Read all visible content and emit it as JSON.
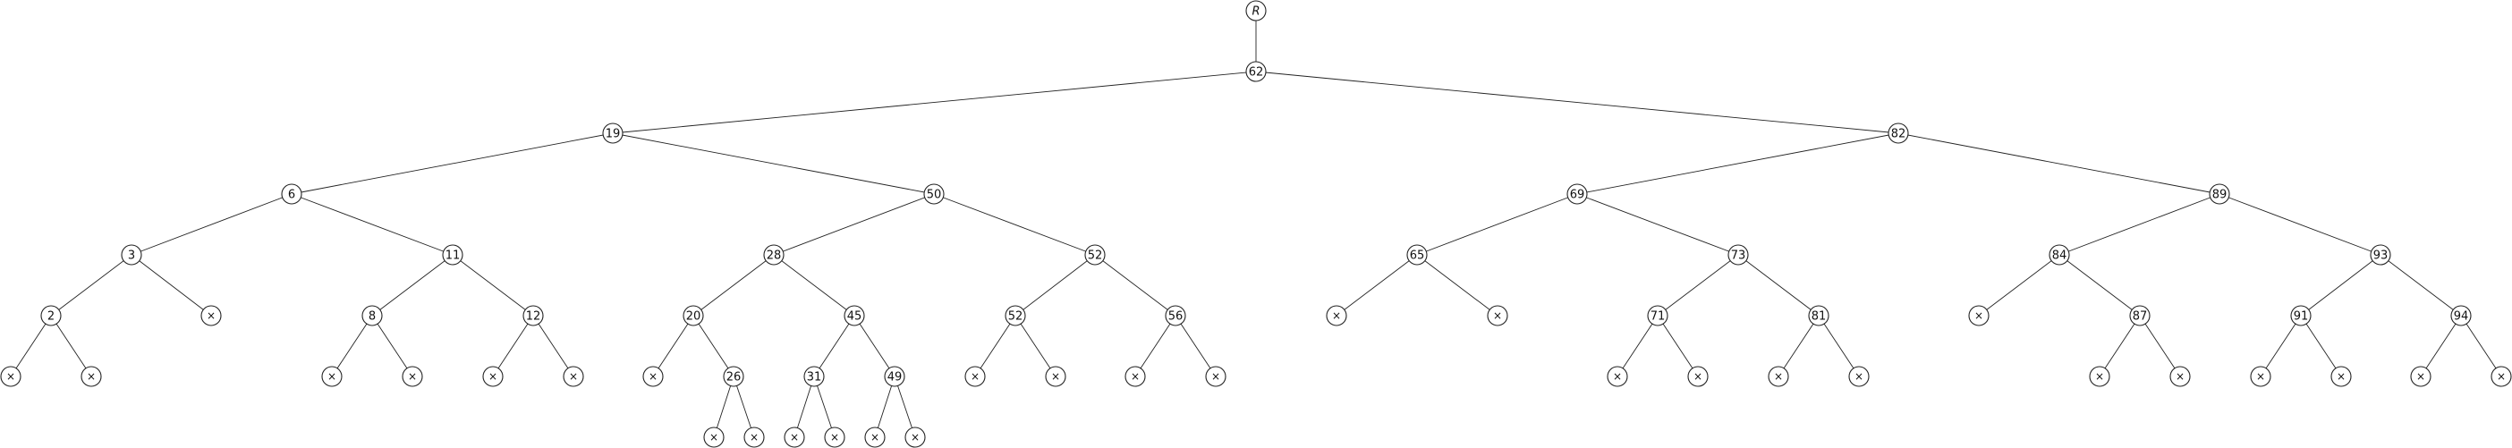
{
  "tree": {
    "root_label": "R",
    "nil_symbol": "×",
    "colors": {
      "stroke": "#222222",
      "node_fill": "#ffffff",
      "text": "#111111"
    },
    "nodes": [
      {
        "id": "R",
        "label": "R",
        "parent": null
      },
      {
        "id": "n62",
        "label": "62",
        "parent": "R"
      },
      {
        "id": "n19",
        "label": "19",
        "parent": "n62"
      },
      {
        "id": "n82",
        "label": "82",
        "parent": "n62"
      },
      {
        "id": "n6",
        "label": "6",
        "parent": "n19"
      },
      {
        "id": "n50",
        "label": "50",
        "parent": "n19"
      },
      {
        "id": "n69",
        "label": "69",
        "parent": "n82"
      },
      {
        "id": "n89",
        "label": "89",
        "parent": "n82"
      },
      {
        "id": "n3",
        "label": "3",
        "parent": "n6"
      },
      {
        "id": "n11",
        "label": "11",
        "parent": "n6"
      },
      {
        "id": "n28",
        "label": "28",
        "parent": "n50"
      },
      {
        "id": "n52",
        "label": "52",
        "parent": "n50"
      },
      {
        "id": "n65",
        "label": "65",
        "parent": "n69"
      },
      {
        "id": "n73",
        "label": "73",
        "parent": "n69"
      },
      {
        "id": "n84",
        "label": "84",
        "parent": "n89"
      },
      {
        "id": "n93",
        "label": "93",
        "parent": "n89"
      },
      {
        "id": "n2",
        "label": "2",
        "parent": "n3"
      },
      {
        "id": "x3r",
        "label": "×",
        "parent": "n3"
      },
      {
        "id": "n8",
        "label": "8",
        "parent": "n11"
      },
      {
        "id": "n12",
        "label": "12",
        "parent": "n11"
      },
      {
        "id": "n20",
        "label": "20",
        "parent": "n28"
      },
      {
        "id": "n45",
        "label": "45",
        "parent": "n28"
      },
      {
        "id": "n52b",
        "label": "52",
        "parent": "n52"
      },
      {
        "id": "n56",
        "label": "56",
        "parent": "n52"
      },
      {
        "id": "x65l",
        "label": "×",
        "parent": "n65"
      },
      {
        "id": "x65r",
        "label": "×",
        "parent": "n65"
      },
      {
        "id": "n71",
        "label": "71",
        "parent": "n73"
      },
      {
        "id": "n81",
        "label": "81",
        "parent": "n73"
      },
      {
        "id": "x84l",
        "label": "×",
        "parent": "n84"
      },
      {
        "id": "n87",
        "label": "87",
        "parent": "n84"
      },
      {
        "id": "n91",
        "label": "91",
        "parent": "n93"
      },
      {
        "id": "n94",
        "label": "94",
        "parent": "n93"
      },
      {
        "id": "x2l",
        "label": "×",
        "parent": "n2"
      },
      {
        "id": "x2r",
        "label": "×",
        "parent": "n2"
      },
      {
        "id": "x8l",
        "label": "×",
        "parent": "n8"
      },
      {
        "id": "x8r",
        "label": "×",
        "parent": "n8"
      },
      {
        "id": "x12l",
        "label": "×",
        "parent": "n12"
      },
      {
        "id": "x12r",
        "label": "×",
        "parent": "n12"
      },
      {
        "id": "x20l",
        "label": "×",
        "parent": "n20"
      },
      {
        "id": "n26",
        "label": "26",
        "parent": "n20"
      },
      {
        "id": "n31",
        "label": "31",
        "parent": "n45"
      },
      {
        "id": "n49",
        "label": "49",
        "parent": "n45"
      },
      {
        "id": "x52bl",
        "label": "×",
        "parent": "n52b"
      },
      {
        "id": "x52br",
        "label": "×",
        "parent": "n52b"
      },
      {
        "id": "x56l",
        "label": "×",
        "parent": "n56"
      },
      {
        "id": "x56r",
        "label": "×",
        "parent": "n56"
      },
      {
        "id": "x71l",
        "label": "×",
        "parent": "n71"
      },
      {
        "id": "x71r",
        "label": "×",
        "parent": "n71"
      },
      {
        "id": "x81l",
        "label": "×",
        "parent": "n81"
      },
      {
        "id": "x81r",
        "label": "×",
        "parent": "n81"
      },
      {
        "id": "x87l",
        "label": "×",
        "parent": "n87"
      },
      {
        "id": "x87r",
        "label": "×",
        "parent": "n87"
      },
      {
        "id": "x91l",
        "label": "×",
        "parent": "n91"
      },
      {
        "id": "x91r",
        "label": "×",
        "parent": "n91"
      },
      {
        "id": "x94l",
        "label": "×",
        "parent": "n94"
      },
      {
        "id": "x94r",
        "label": "×",
        "parent": "n94"
      },
      {
        "id": "x26l",
        "label": "×",
        "parent": "n26"
      },
      {
        "id": "x26r",
        "label": "×",
        "parent": "n26"
      },
      {
        "id": "x31l",
        "label": "×",
        "parent": "n31"
      },
      {
        "id": "x31r",
        "label": "×",
        "parent": "n31"
      },
      {
        "id": "x49l",
        "label": "×",
        "parent": "n49"
      },
      {
        "id": "x49r",
        "label": "×",
        "parent": "n49"
      }
    ]
  }
}
